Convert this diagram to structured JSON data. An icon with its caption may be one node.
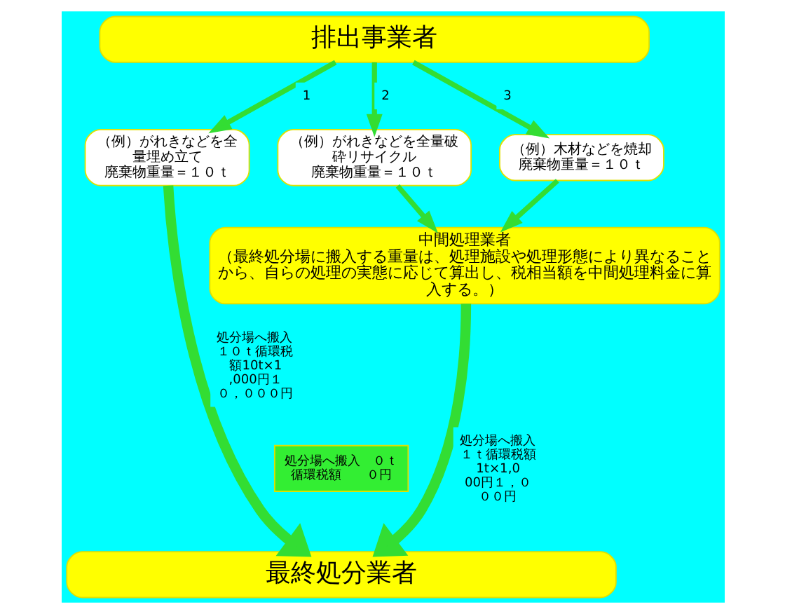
{
  "diagram": {
    "nodes": [
      {
        "text": [
          "排出事業者"
        ]
      },
      {
        "text": [
          "（例）がれきなどを全量埋め立て",
          "廃棄物重量＝１０ｔ"
        ]
      },
      {
        "text": [
          "（例）がれきなどを全量破砕リサイクル",
          "廃棄物重量＝１０ｔ"
        ]
      },
      {
        "text": [
          "（例）木材などを焼却",
          "廃棄物重量＝１０ｔ"
        ]
      },
      {
        "text": [
          "中間処理業者",
          "（最終処分場に搬入する重量は、処理施設や処理形態により異なることから、自らの処理の実態に応じて算出し、税相当額を中間処理料金に算入する。）"
        ]
      },
      {
        "text": [
          "処分場へ搬入　０ｔ",
          "循環税額　　０円"
        ]
      },
      {
        "text": [
          "最終処分業者"
        ]
      }
    ],
    "edges": [
      {
        "from": 0,
        "to": 1,
        "arrow": "to",
        "label": "1"
      },
      {
        "from": 0,
        "to": 2,
        "arrow": "to",
        "label": "2"
      },
      {
        "from": 0,
        "to": 3,
        "arrow": "to",
        "label": "3"
      },
      {
        "from": 1,
        "to": 6,
        "arrow": "to",
        "style": "thick",
        "label": "処分場へ搬入１０ｔ循環税額10t×1,000円１０，０００円"
      },
      {
        "from": 2,
        "to": 4,
        "arrow": "to"
      },
      {
        "from": 3,
        "to": 4,
        "arrow": "to"
      },
      {
        "from": 4,
        "to": 6,
        "arrow": "to",
        "style": "thick",
        "label": "処分場へ搬入１ｔ循環税額1t×1,000円１，０００円"
      }
    ]
  }
}
